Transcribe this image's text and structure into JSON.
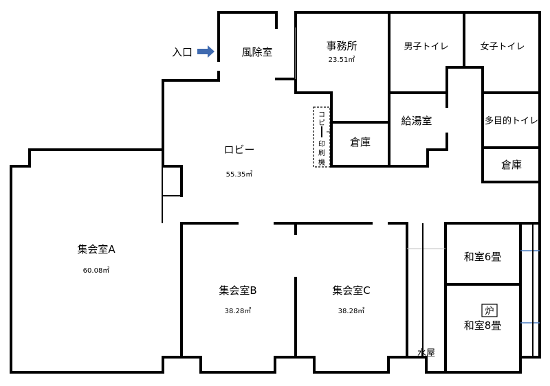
{
  "entrance": {
    "label": "入口",
    "arrow_color": "#3f6ab0"
  },
  "rooms": {
    "fujo": {
      "name": "風除室"
    },
    "office": {
      "name": "事務所",
      "area": "23.51㎡"
    },
    "men_wc": {
      "name": "男子トイレ"
    },
    "women_wc": {
      "name": "女子トイレ"
    },
    "copy": {
      "chars": [
        "コ",
        "ピ",
        "ー",
        "印",
        "刷",
        "機"
      ]
    },
    "storage1": {
      "name": "倉庫"
    },
    "kitchen": {
      "name": "給湯室"
    },
    "multi_wc": {
      "name": "多目的トイレ"
    },
    "storage2": {
      "name": "倉庫"
    },
    "lobby": {
      "name": "ロビー",
      "area": "55.35㎡"
    },
    "hall_a": {
      "name": "集会室A",
      "area": "60.08㎡"
    },
    "hall_b": {
      "name": "集会室B",
      "area": "38.28㎡"
    },
    "hall_c": {
      "name": "集会室C",
      "area": "38.28㎡"
    },
    "washitsu6": {
      "name": "和室6畳"
    },
    "ro": {
      "name": "炉"
    },
    "washitsu8": {
      "name": "和室8畳"
    },
    "mizuya": {
      "name": "水屋"
    }
  }
}
